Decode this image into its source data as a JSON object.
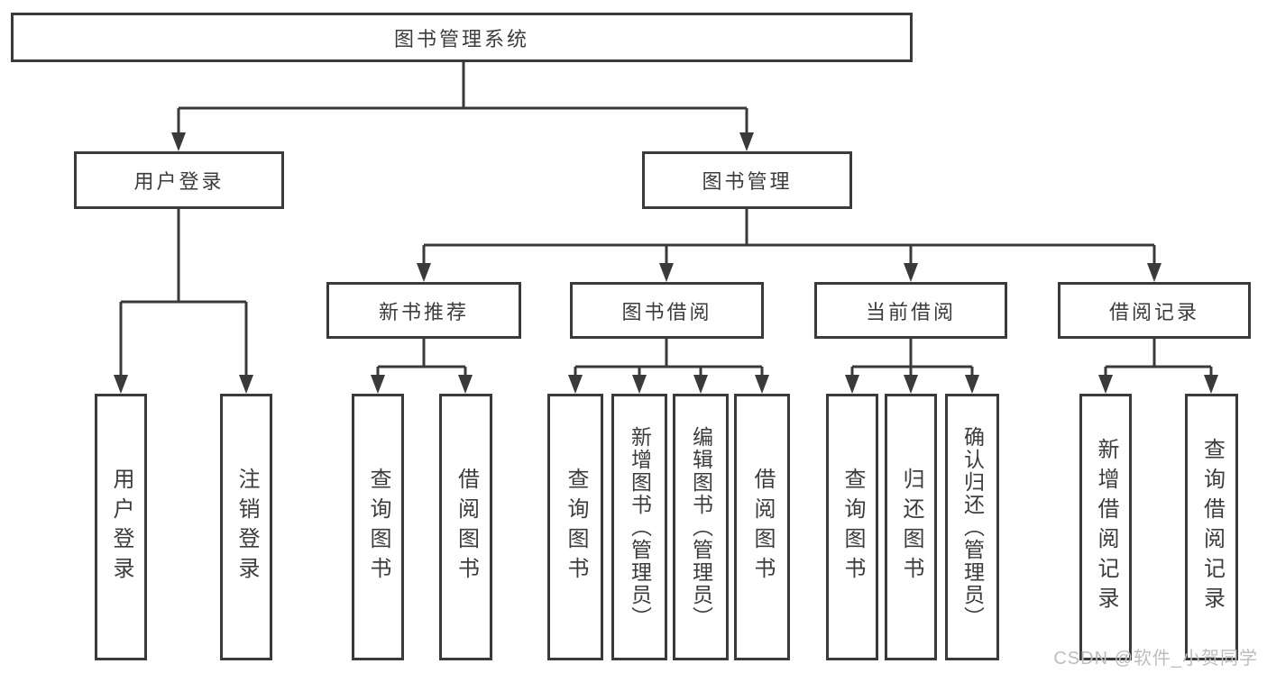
{
  "diagram": {
    "root": {
      "label": "图书管理系统"
    },
    "user_login": {
      "label": "用户登录",
      "children": {
        "login": {
          "label": "用户登录"
        },
        "logout": {
          "label": "注销登录"
        }
      }
    },
    "book_mgmt": {
      "label": "图书管理",
      "new_book_rec": {
        "label": "新书推荐",
        "children": {
          "query": {
            "label": "查询图书"
          },
          "borrow": {
            "label": "借阅图书"
          }
        }
      },
      "book_borrow": {
        "label": "图书借阅",
        "children": {
          "query": {
            "label": "查询图书"
          },
          "add": {
            "label": "新增图书（管理员）"
          },
          "edit": {
            "label": "编辑图书（管理员）"
          },
          "borrow": {
            "label": "借阅图书"
          }
        }
      },
      "current_borrow": {
        "label": "当前借阅",
        "children": {
          "query": {
            "label": "查询图书"
          },
          "return": {
            "label": "归还图书"
          },
          "confirm": {
            "label": "确认归还（管理员）"
          }
        }
      },
      "borrow_records": {
        "label": "借阅记录",
        "children": {
          "add": {
            "label": "新增借阅记录"
          },
          "query": {
            "label": "查询借阅记录"
          }
        }
      }
    }
  },
  "watermark": "CSDN @软件_小贺同学",
  "colors": {
    "line": "#3a3a3a",
    "text": "#3c3c3c",
    "background": "#ffffff",
    "watermark": "#bdbdbd"
  }
}
